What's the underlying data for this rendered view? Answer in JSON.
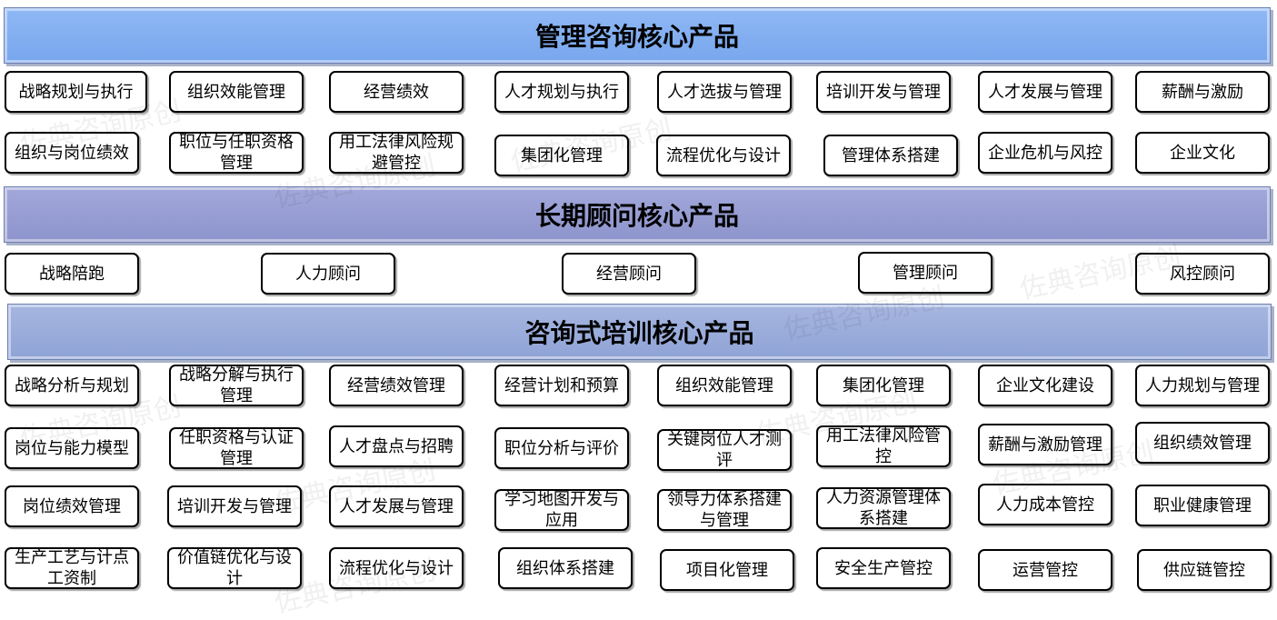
{
  "sections": [
    {
      "title": "管理咨询核心产品",
      "items": [
        "战略规划与执行",
        "组织效能管理",
        "经营绩效",
        "人才规划与执行",
        "人才选拔与管理",
        "培训开发与管理",
        "人才发展与管理",
        "薪酬与激励",
        "组织与岗位绩效",
        "职位与任职资格管理",
        "用工法律风险规避管控",
        "集团化管理",
        "流程优化与设计",
        "管理体系搭建",
        "企业危机与风控",
        "企业文化"
      ]
    },
    {
      "title": "长期顾问核心产品",
      "items": [
        "战略陪跑",
        "人力顾问",
        "经营顾问",
        "管理顾问",
        "风控顾问"
      ]
    },
    {
      "title": "咨询式培训核心产品",
      "items": [
        "战略分析与规划",
        "战略分解与执行管理",
        "经营绩效管理",
        "经营计划和预算",
        "组织效能管理",
        "集团化管理",
        "企业文化建设",
        "人力规划与管理",
        "岗位与能力模型",
        "任职资格与认证管理",
        "人才盘点与招聘",
        "职位分析与评价",
        "关键岗位人才测评",
        "用工法律风险管控",
        "薪酬与激励管理",
        "组织绩效管理",
        "岗位绩效管理",
        "培训开发与管理",
        "人才发展与管理",
        "学习地图开发与应用",
        "领导力体系搭建与管理",
        "人力资源管理体系搭建",
        "人力成本管控",
        "职业健康管理",
        "生产工艺与计点工资制",
        "价值链优化与设计",
        "流程优化与设计",
        "组织体系搭建",
        "项目化管理",
        "安全生产管控",
        "运营管控",
        "供应链管控"
      ]
    }
  ],
  "watermark": "佐典咨询原创",
  "colors": {
    "banner1": "#7fadf0",
    "banner2": "#959bd1",
    "banner3": "#99acda",
    "border": "#000000"
  }
}
